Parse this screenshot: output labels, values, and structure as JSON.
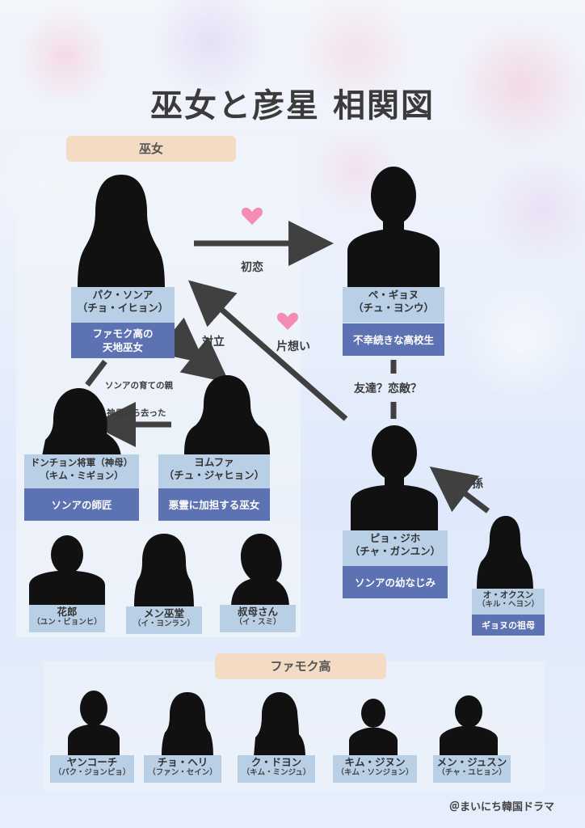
{
  "title": "巫女と彦星 相関図",
  "sections": {
    "miko": "巫女",
    "school": "ファモク高"
  },
  "relations": {
    "first_love": "初恋",
    "rivalry": "対立",
    "one_sided": "片想い",
    "friend_or_rival": "友達？恋敵？",
    "grandchild": "孫",
    "raised": "ソンアの育ての親",
    "left_mentor": "神母から去った"
  },
  "characters": {
    "sona": {
      "name": "パク・ソンア",
      "actor": "（チョ・イヒョン）",
      "role_line1": "ファモク高の",
      "role_line2": "天地巫女"
    },
    "gyeon": {
      "name": "ペ・ギョヌ",
      "actor": "（チュ・ヨンウ）",
      "role": "不幸続きな高校生"
    },
    "dongcheon": {
      "name": "ドンチョン将軍（神母）",
      "actor": "（キム・ミギョン）",
      "role": "ソンアの師匠"
    },
    "yeomhwa": {
      "name": "ヨムファ",
      "actor": "（チュ・ジャヒョン）",
      "role": "悪霊に加担する巫女"
    },
    "jiho": {
      "name": "ピョ・ジホ",
      "actor": "（チャ・ガンユン）",
      "role": "ソンアの幼なじみ"
    },
    "okseon": {
      "name": "オ・オクスン",
      "actor": "（キル・ヘヨン）",
      "role": "ギョヌの祖母"
    },
    "hwarang": {
      "name": "花郎",
      "actor": "（ユン・ビョンヒ）"
    },
    "men": {
      "name": "メン巫堂",
      "actor": "（イ・ヨンラン）"
    },
    "aunt": {
      "name": "叔母さん",
      "actor": "（イ・スミ）"
    },
    "yankochi": {
      "name": "ヤンコーチ",
      "actor": "（パク・ジョンピョ）"
    },
    "choheri": {
      "name": "チョ・ヘリ",
      "actor": "（ファン・セイン）"
    },
    "kudoyeon": {
      "name": "ク・ドヨン",
      "actor": "（キム・ミンジュ）"
    },
    "kimjiun": {
      "name": "キム・ジヌン",
      "actor": "（キム・ソンジョン）"
    },
    "menjuseun": {
      "name": "メン・ジュスン",
      "actor": "（チャ・ユヒョン）"
    }
  },
  "credit": "＠まいにち韓国ドラマ",
  "colors": {
    "accent_dark": "#5d72b2",
    "accent_light": "#b9cfe6",
    "tag": "#f3dcc3",
    "heart": "#f58cb4",
    "arrow": "#404040"
  }
}
